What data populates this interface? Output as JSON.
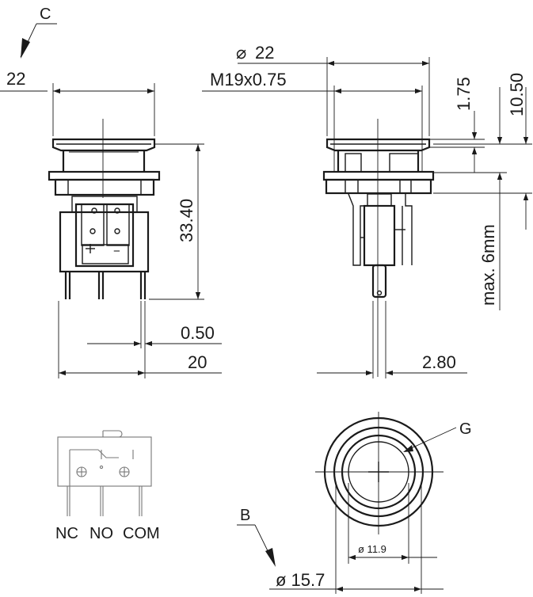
{
  "labels": {
    "c": "C",
    "b": "B",
    "g": "G"
  },
  "front_view": {
    "width_dim": "22",
    "height_dim": "33.40",
    "pin_offset_dim": "0.50",
    "pin_span_dim": "20",
    "minus_symbol": "−"
  },
  "side_view": {
    "diameter_dim": "22",
    "thread_dim": "M19x0.75",
    "top_dim": "1.75",
    "flange_dim": "10.50",
    "max_depth_dim": "max. 6mm",
    "pin_dim": "2.80"
  },
  "schematic": {
    "nc": "NC",
    "no": "NO",
    "com": "COM"
  },
  "top_view": {
    "inner_diameter": "ø 11.9",
    "outer_diameter": "ø 15.7"
  },
  "colors": {
    "line": "#1a1a1a",
    "background": "#ffffff"
  }
}
